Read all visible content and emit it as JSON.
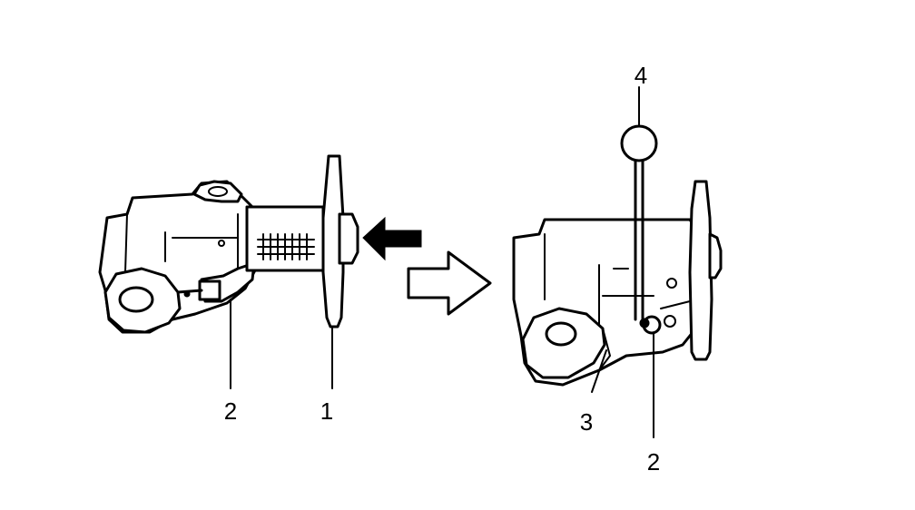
{
  "labels": {
    "left_plunger": "1",
    "left_pin_hole": "2",
    "right_body_notch": "3",
    "right_pin_hole": "2",
    "right_stopper_pin": "4"
  },
  "colors": {
    "line": "#000000",
    "background": "#ffffff"
  },
  "icons": {
    "push_direction": "solid-arrow-left",
    "sequence_direction": "hollow-arrow-right"
  }
}
